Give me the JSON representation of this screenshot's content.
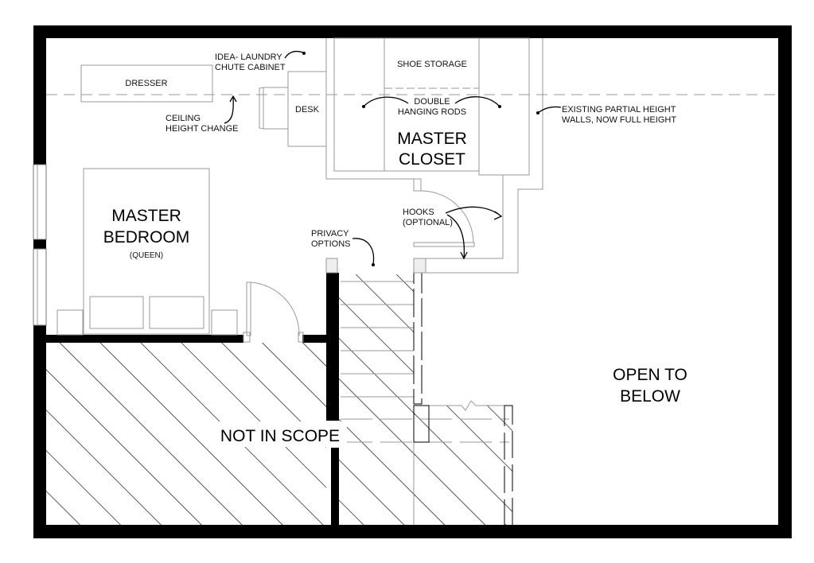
{
  "rooms": {
    "master_bedroom": {
      "line1": "MASTER",
      "line2": "BEDROOM",
      "note": "(QUEEN)"
    },
    "master_closet": {
      "line1": "MASTER",
      "line2": "CLOSET"
    },
    "open_to_below": {
      "line1": "OPEN TO",
      "line2": "BELOW"
    },
    "not_in_scope": "NOT IN SCOPE"
  },
  "furniture": {
    "dresser": "DRESSER",
    "desk": "DESK",
    "shoe_storage": "SHOE STORAGE"
  },
  "annotations": {
    "laundry_chute": {
      "line1": "IDEA- LAUNDRY",
      "line2": "CHUTE CABINET"
    },
    "ceiling_height": {
      "line1": "CEILING",
      "line2": "HEIGHT CHANGE"
    },
    "hanging_rods": {
      "line1": "DOUBLE",
      "line2": "HANGING RODS"
    },
    "partial_walls": {
      "line1": "EXISTING PARTIAL HEIGHT",
      "line2": "WALLS, NOW FULL HEIGHT"
    },
    "hooks": {
      "line1": "HOOKS",
      "line2": "(OPTIONAL)"
    },
    "privacy": {
      "line1": "PRIVACY",
      "line2": "OPTIONS"
    }
  },
  "colors": {
    "wall": "#000000",
    "linework": "#9a9a9a"
  }
}
